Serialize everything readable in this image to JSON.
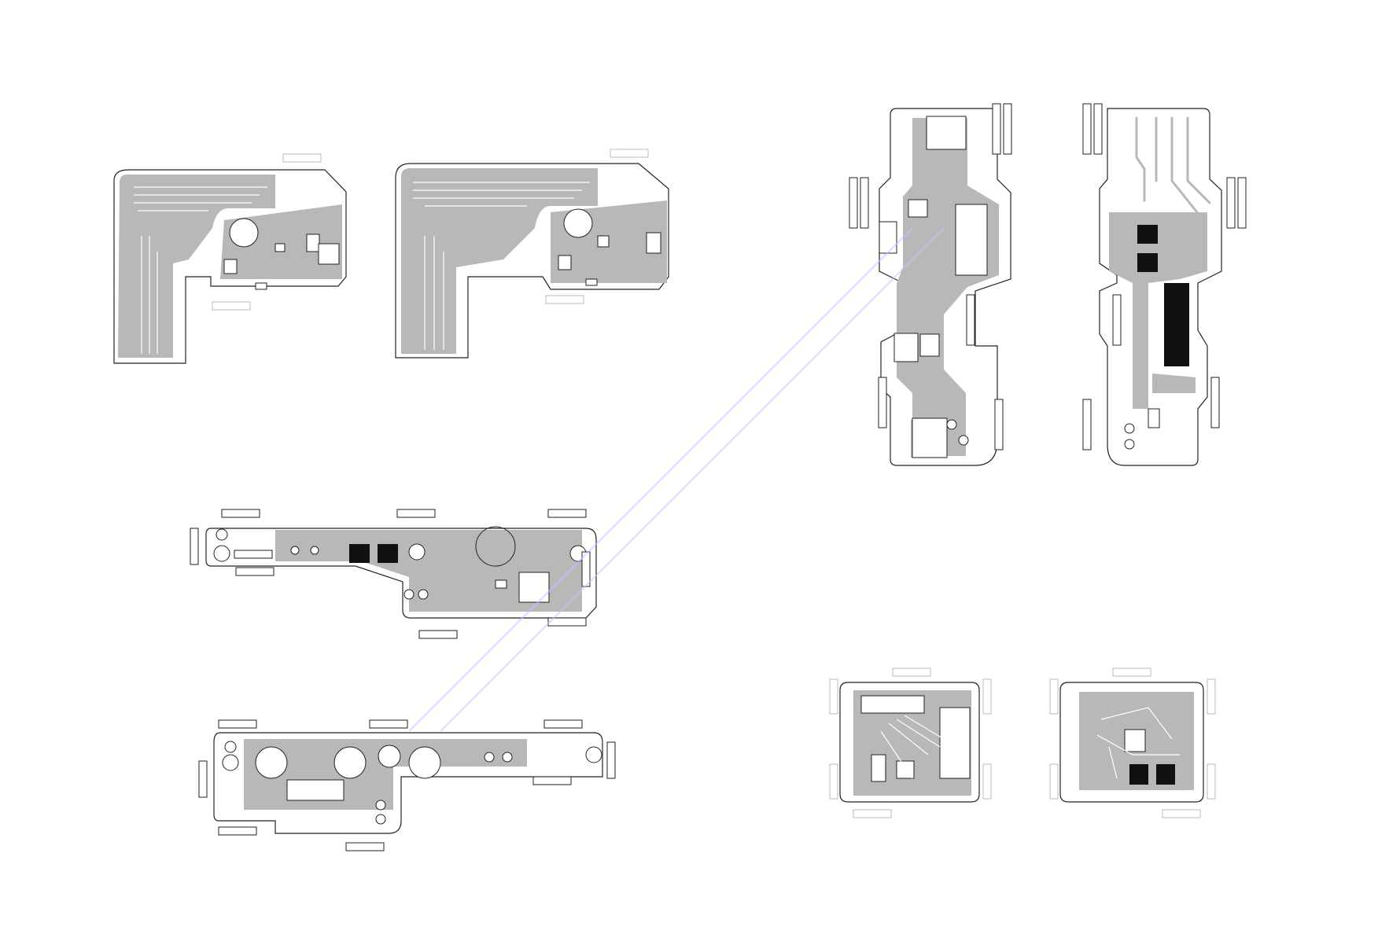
{
  "diagram": {
    "boards": [
      {
        "id": "flex-board-a-side"
      },
      {
        "id": "flex-board-b-side"
      },
      {
        "id": "strip-board-a-side"
      },
      {
        "id": "strip-board-b-side"
      },
      {
        "id": "vertical-board-a-side"
      },
      {
        "id": "vertical-board-b-side"
      },
      {
        "id": "small-board-a-side"
      },
      {
        "id": "small-board-b-side"
      }
    ],
    "colors": {
      "copper": "#b8b8b8",
      "outline": "#222222",
      "pad_black": "#111111",
      "watermark": "#bfc0ff"
    },
    "labels_visible": false
  }
}
